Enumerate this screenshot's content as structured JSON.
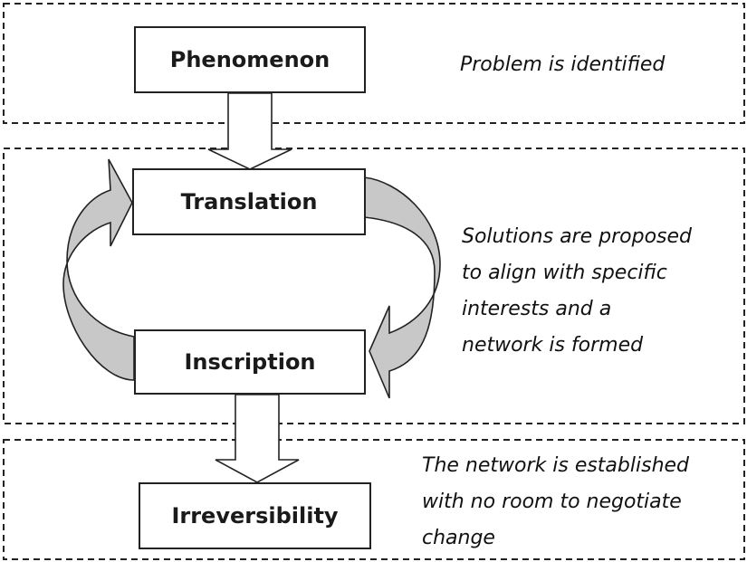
{
  "stages": {
    "phenomenon": "Phenomenon",
    "translation": "Translation",
    "inscription": "Inscription",
    "irreversibility": "Irreversibility"
  },
  "descriptions": {
    "problem": [
      "Problem is identified"
    ],
    "solutions": [
      "Solutions are proposed",
      "to align with specific",
      "interests and a",
      "network is formed"
    ],
    "network": [
      "The network is established",
      "with no room to negotiate",
      "change"
    ]
  },
  "colors": {
    "line": "#222222",
    "arrow_fill": "#c8c8c8",
    "box_fill": "#ffffff"
  }
}
